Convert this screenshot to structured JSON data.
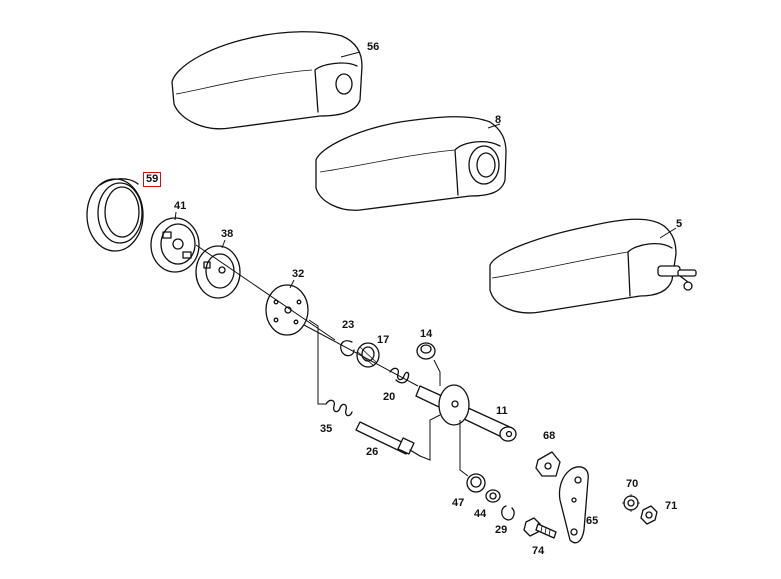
{
  "callouts": {
    "p56": "56",
    "p8": "8",
    "p59": "59",
    "p41": "41",
    "p5": "5",
    "p38": "38",
    "p32": "32",
    "p23": "23",
    "p17": "17",
    "p14": "14",
    "p20": "20",
    "p11": "11",
    "p35": "35",
    "p26": "26",
    "p68": "68",
    "p70": "70",
    "p71": "71",
    "p47": "47",
    "p44": "44",
    "p29": "29",
    "p65": "65",
    "p74": "74"
  },
  "highlight": {
    "part": "59",
    "color": "#d11111"
  }
}
